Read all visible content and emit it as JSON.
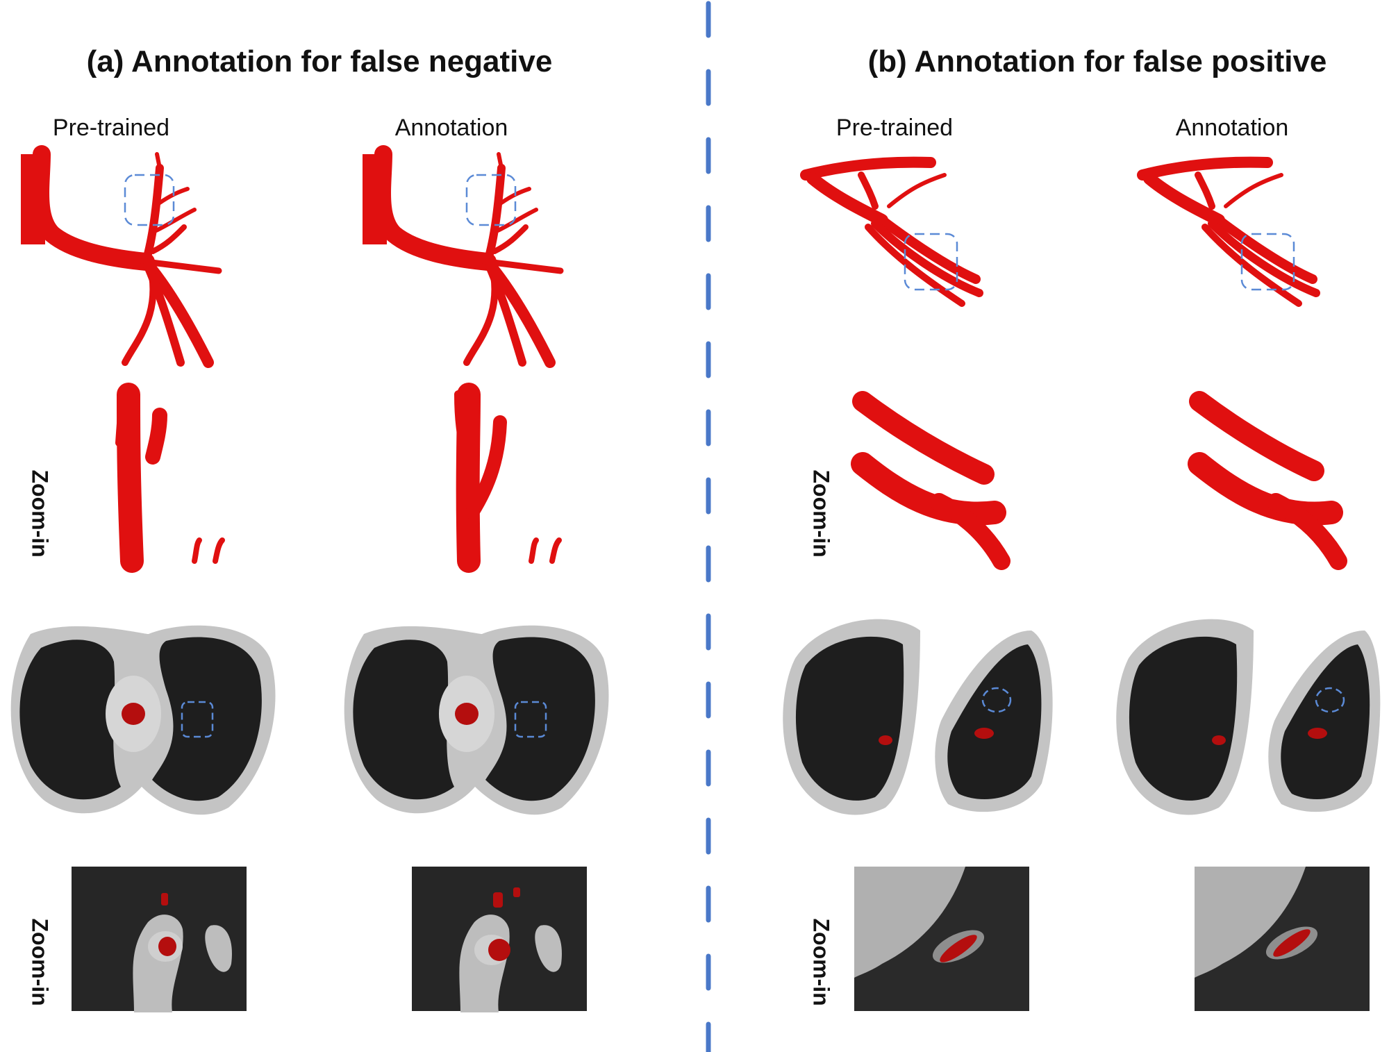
{
  "panels": {
    "a": {
      "title": "(a) Annotation for false negative"
    },
    "b": {
      "title": "(b) Annotation for false positive"
    }
  },
  "columns": {
    "pretrained": "Pre-trained",
    "annotation": "Annotation"
  },
  "row_labels": {
    "zoom": "Zoom-in"
  },
  "colors": {
    "vessel": "#e01010",
    "vessel_dark": "#a80808",
    "highlight_box": "#5b8ad6",
    "divider": "#4a78c8",
    "ct_body": "#c4c4c4",
    "ct_lung": "#1e1e1e",
    "ct_mask": "#b40e0e"
  }
}
